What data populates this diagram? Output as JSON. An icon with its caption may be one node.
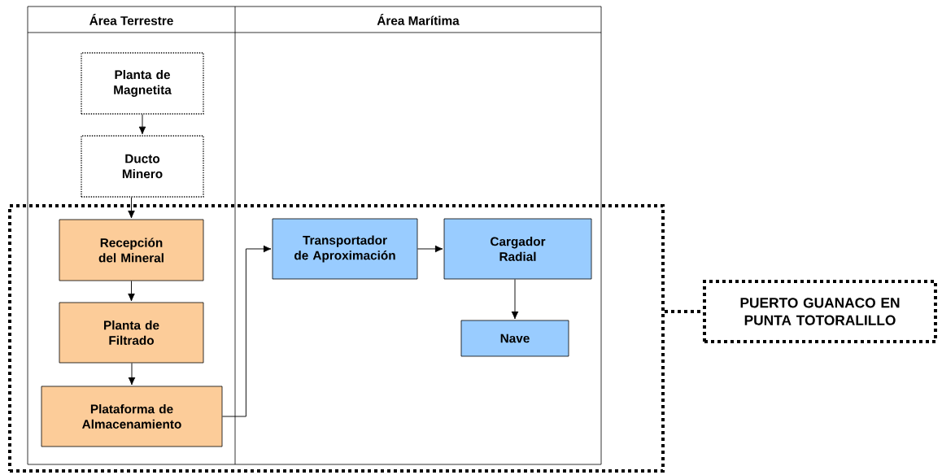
{
  "diagram": {
    "nodes": [
      {
        "text": [
          "Planta de Magnetita"
        ]
      },
      {
        "text": [
          "Ducto Minero"
        ]
      },
      {
        "text": [],
        "shape": "box"
      },
      {
        "text": [
          "Recepción del Mineral"
        ],
        "in": 2
      },
      {
        "text": [
          "Planta de Filtrado"
        ],
        "in": 2
      },
      {
        "text": [
          "Plataforma de Almacenamiento"
        ],
        "in": 2
      },
      {
        "text": [
          "Transportador de Aproximación"
        ],
        "in": 2
      },
      {
        "text": [
          "Cargador Radial"
        ],
        "in": 2
      },
      {
        "text": [
          "Nave"
        ],
        "in": 2
      },
      {
        "text": [
          "PUERTO GUANACO EN PUNTA TOTORALILLO"
        ]
      }
    ],
    "edges": [
      {
        "from": 0,
        "to": 1,
        "arrow": "to"
      },
      {
        "from": 1,
        "to": 3,
        "arrow": "to"
      },
      {
        "from": 3,
        "to": 4,
        "arrow": "to"
      },
      {
        "from": 4,
        "to": 5,
        "arrow": "to"
      },
      {
        "from": 5,
        "to": 6,
        "arrow": "to"
      },
      {
        "from": 6,
        "to": 7,
        "arrow": "to"
      },
      {
        "from": 7,
        "to": 8,
        "arrow": "to"
      },
      {
        "from": 2,
        "to": 9,
        "arrow": "none",
        "style": "dashed"
      }
    ],
    "labels": [
      "Área Terrestre",
      "Área Marítima"
    ]
  }
}
